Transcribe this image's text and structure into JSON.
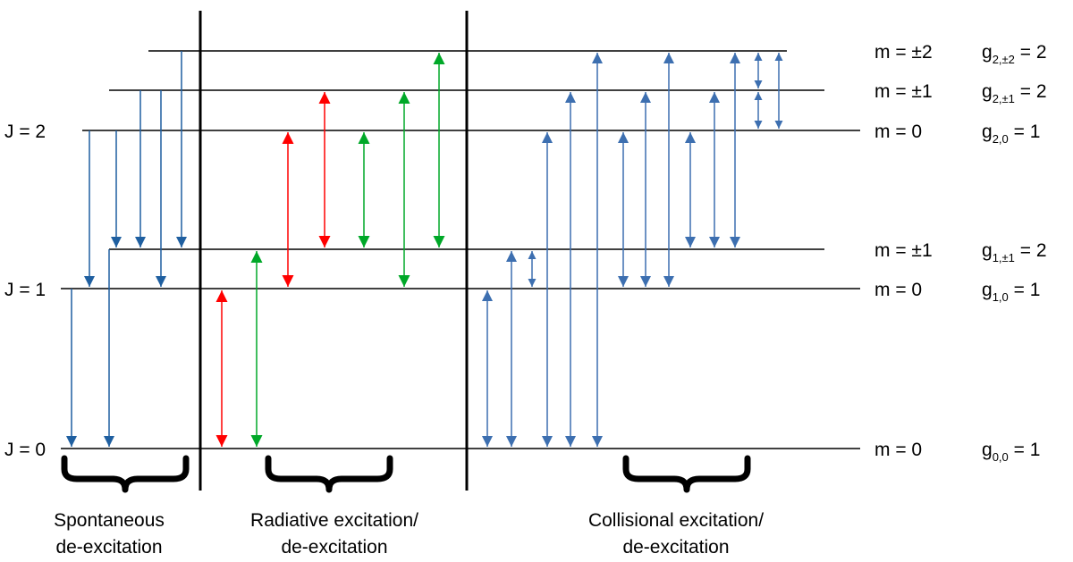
{
  "colors": {
    "blue": "#1f5fa0",
    "collision_blue": "#3d6fb0",
    "red": "#ff0000",
    "green": "#00a828",
    "line": "#000000"
  },
  "levels": [
    {
      "j_label": "J = 0",
      "m_label": "m = 0"
    },
    {
      "j_label": "J = 1",
      "m_label": "m = 0"
    },
    {
      "j_label": "",
      "m_label": "m = ±1"
    },
    {
      "j_label": "J = 2",
      "m_label": "m = 0"
    },
    {
      "j_label": "",
      "m_label": "m = ±1"
    },
    {
      "j_label": "",
      "m_label": "m = ±2"
    }
  ],
  "degeneracies": [
    {
      "g": "g",
      "sub": "0,0",
      "rest": " = 1"
    },
    {
      "g": "g",
      "sub": "1,0",
      "rest": " = 1"
    },
    {
      "g": "g",
      "sub": "1,±1",
      "rest": " = 2"
    },
    {
      "g": "g",
      "sub": "2,0",
      "rest": " = 1"
    },
    {
      "g": "g",
      "sub": "2,±1",
      "rest": " = 2"
    },
    {
      "g": "g",
      "sub": "2,±2",
      "rest": " = 2"
    }
  ],
  "captions": {
    "spontaneous": [
      "Spontaneous",
      "de-excitation"
    ],
    "radiative": [
      "Radiative excitation/",
      "de-excitation"
    ],
    "collisional": [
      "Collisional excitation/",
      "de-excitation"
    ]
  }
}
